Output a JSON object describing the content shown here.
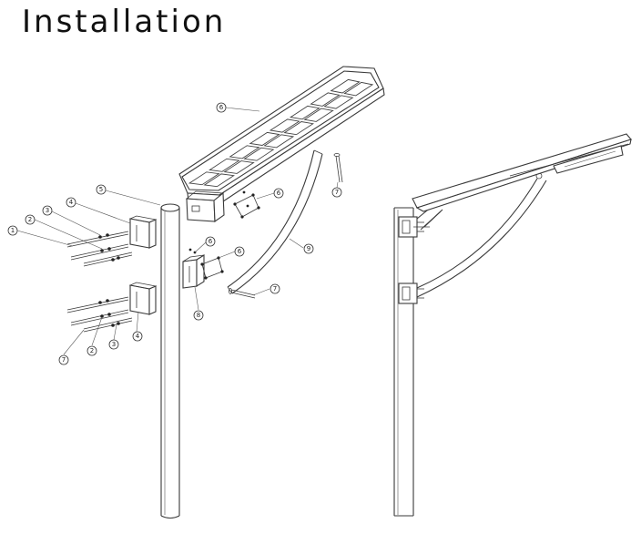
{
  "title": "Installation",
  "callouts": {
    "c6a": "6",
    "c7a": "7",
    "c5": "5",
    "c6b": "6",
    "c4a": "4",
    "c3a": "3",
    "c2a": "2",
    "c1": "1",
    "c9": "9",
    "c6c": "6",
    "c6d": "6",
    "c8": "8",
    "c7b": "7",
    "c7c": "7",
    "c2b": "2",
    "c3b": "3",
    "c4b": "4"
  },
  "colors": {
    "line": "#3a3a3a",
    "background": "#ffffff",
    "text": "#111111"
  }
}
